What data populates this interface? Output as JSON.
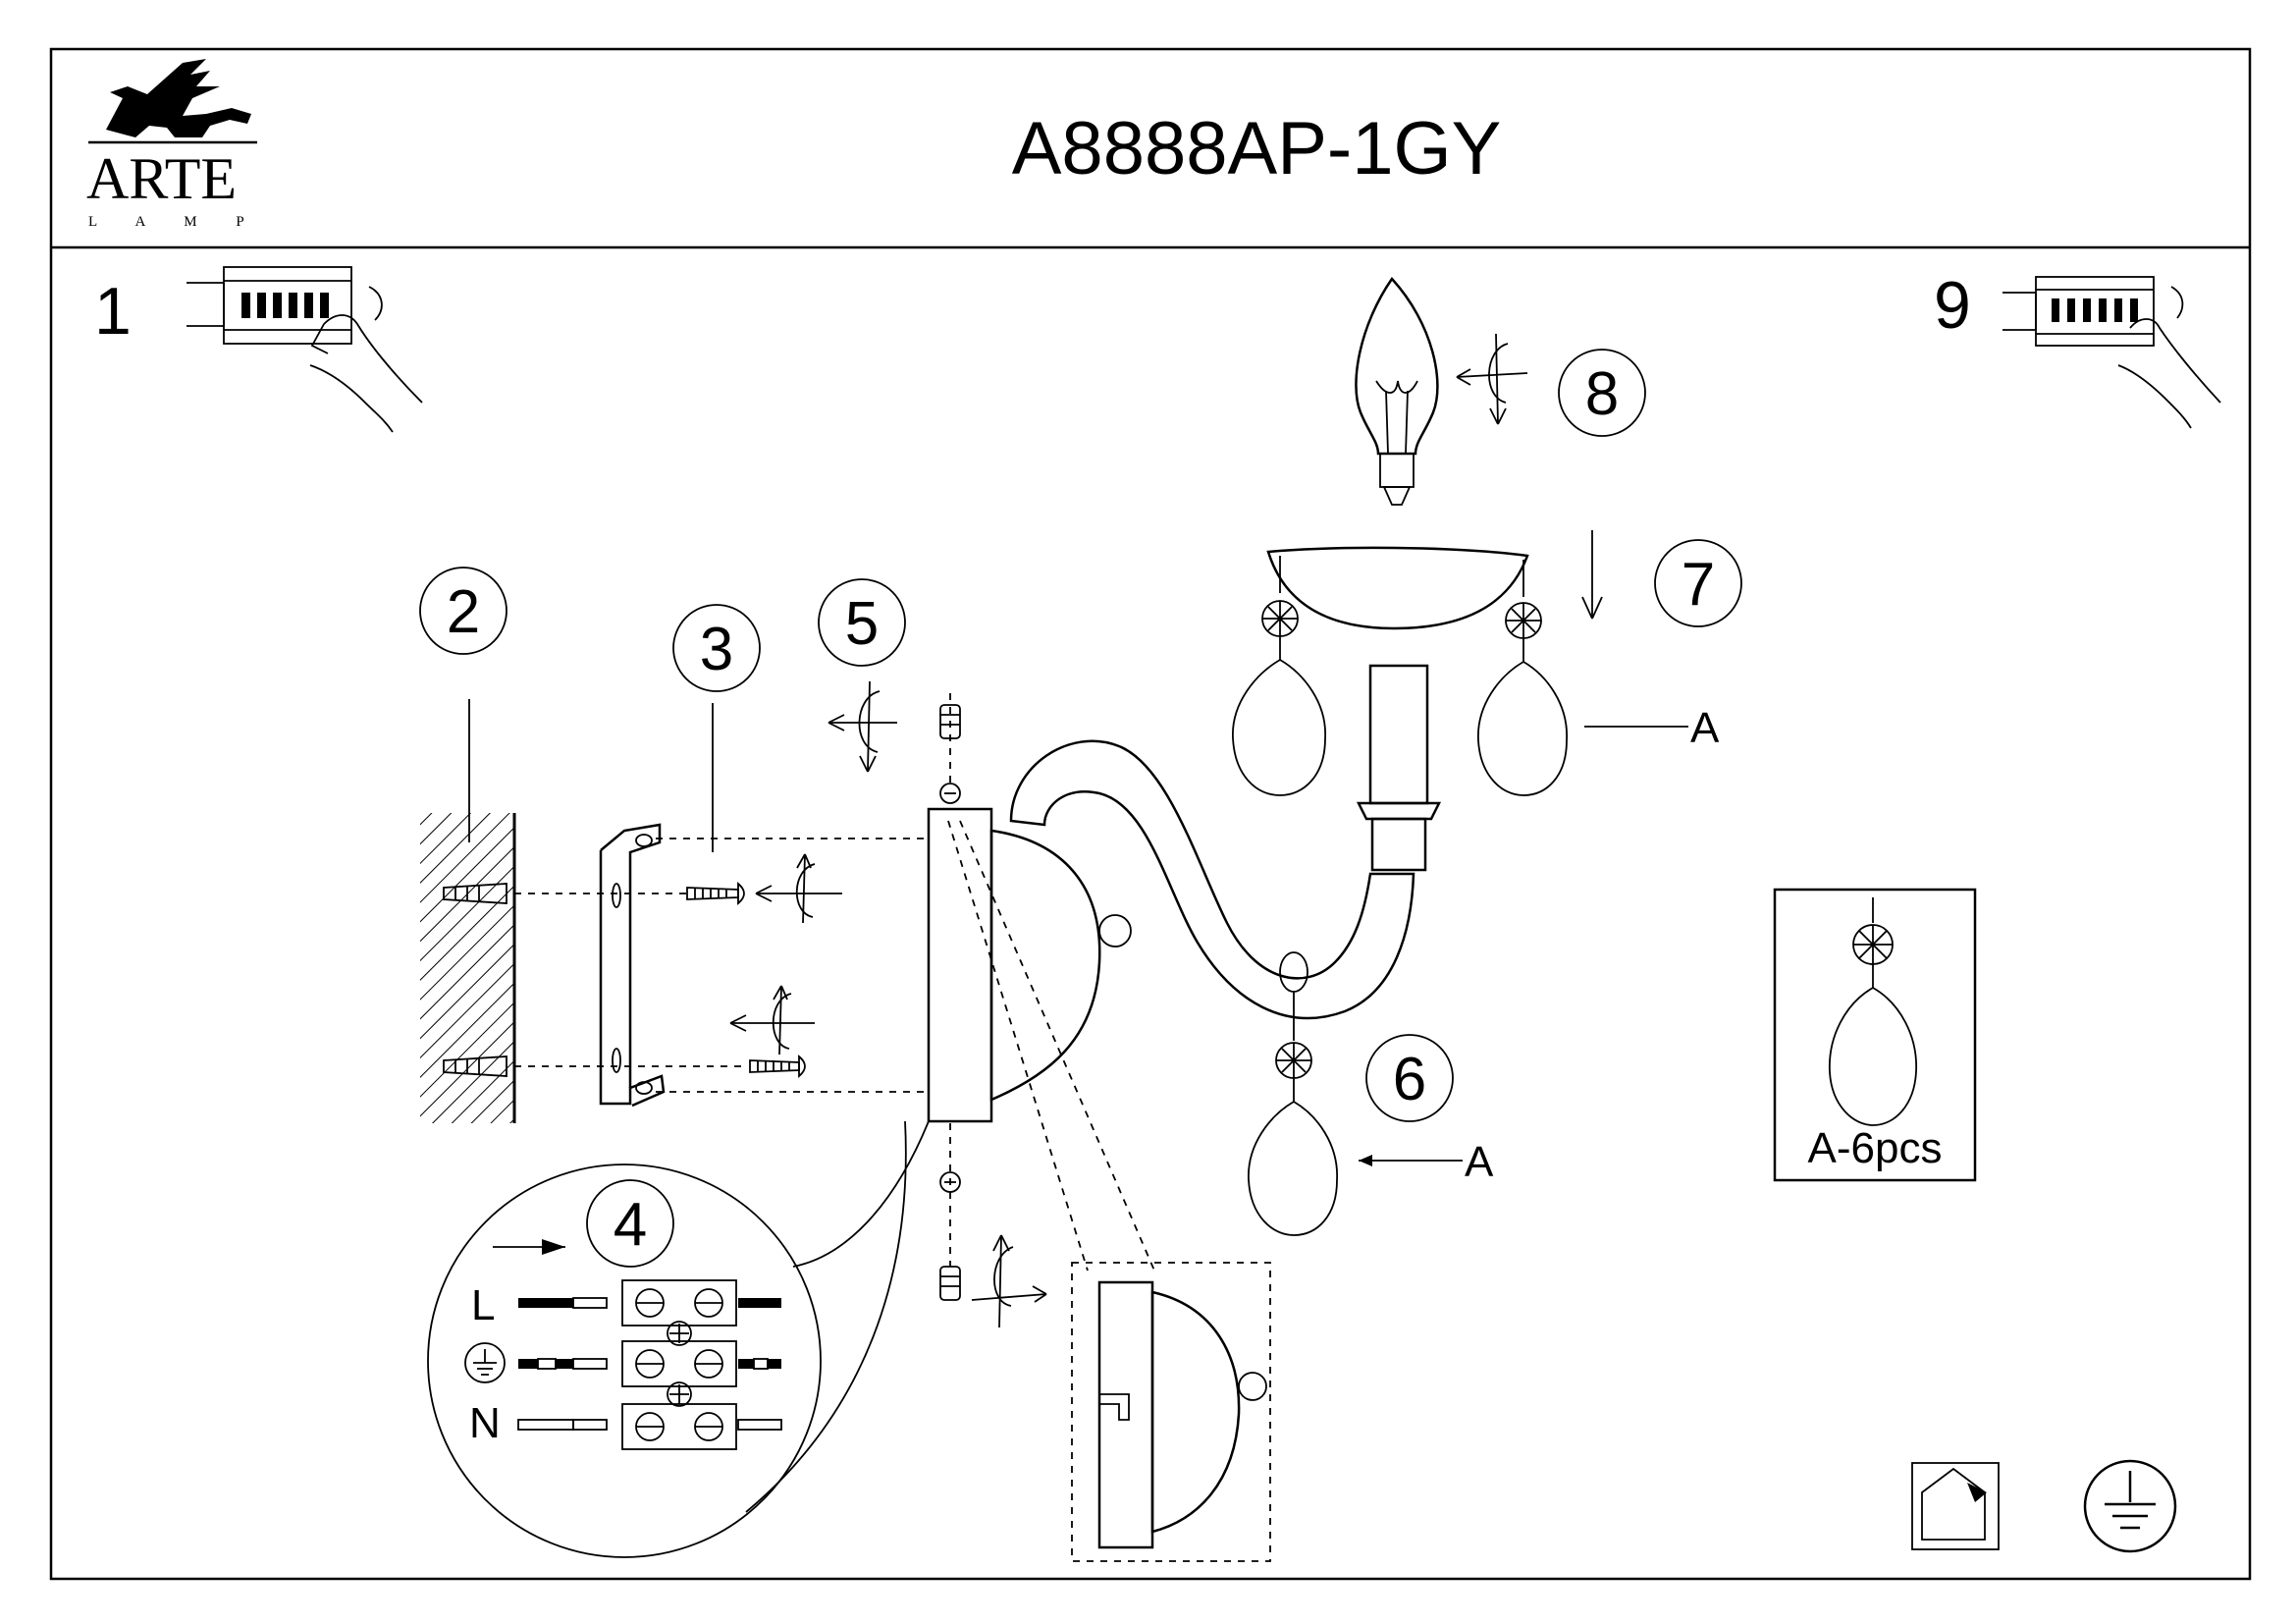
{
  "header": {
    "brand": "ARTE",
    "brand_sub": "L  A  M  P",
    "model": "A8888AP-1GY"
  },
  "steps": {
    "s1": "1",
    "s2": "2",
    "s3": "3",
    "s4": "4",
    "s5": "5",
    "s6": "6",
    "s7": "7",
    "s8": "8",
    "s9": "9"
  },
  "callouts": {
    "pendant_a_upper": "A",
    "pendant_a_lower": "A",
    "pendant_count": "A-6pcs"
  },
  "wiring": {
    "live": "L",
    "neutral": "N"
  },
  "icons": [
    "breaker-switch-icon",
    "hand-icon",
    "indoor-use-icon",
    "ground-symbol-icon",
    "arrow-icon",
    "rotate-arrow-icon"
  ]
}
